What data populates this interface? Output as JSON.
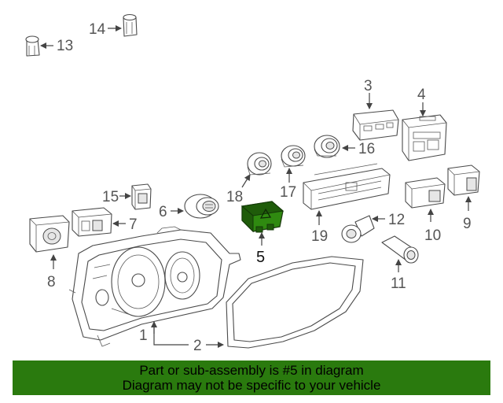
{
  "callouts": {
    "p1": "1",
    "p2": "2",
    "p3": "3",
    "p4": "4",
    "p5": "5",
    "p6": "6",
    "p7": "7",
    "p8": "8",
    "p9": "9",
    "p10": "10",
    "p11": "11",
    "p12": "12",
    "p13": "13",
    "p14": "14",
    "p15": "15",
    "p16": "16",
    "p17": "17",
    "p18": "18",
    "p19": "19"
  },
  "highlight": {
    "part": "5",
    "color": "#2f8a10"
  },
  "banner": {
    "line1": "Part or sub-assembly is #5 in diagram",
    "line2": "Diagram may not be specific to your vehicle",
    "background": "#2a7a0e"
  }
}
